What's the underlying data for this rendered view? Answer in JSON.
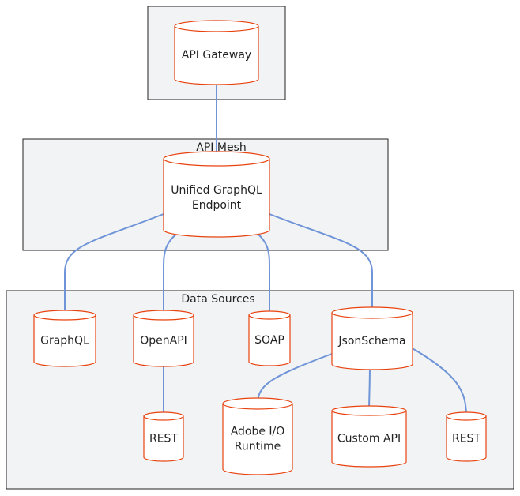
{
  "clusters": {
    "gateway": {
      "title": ""
    },
    "mesh": {
      "title": "API Mesh"
    },
    "sources": {
      "title": "Data Sources"
    }
  },
  "nodes": {
    "api_gateway": [
      "API Gateway"
    ],
    "unified": [
      "Unified GraphQL",
      "Endpoint"
    ],
    "graphql": [
      "GraphQL"
    ],
    "openapi": [
      "OpenAPI"
    ],
    "soap": [
      "SOAP"
    ],
    "jsonschema": [
      "JsonSchema"
    ],
    "rest_openapi": [
      "REST"
    ],
    "adobe_io": [
      "Adobe I/O",
      "Runtime"
    ],
    "custom_api": [
      "Custom API"
    ],
    "rest_json": [
      "REST"
    ]
  },
  "edges": [
    [
      "api_gateway",
      "unified"
    ],
    [
      "unified",
      "graphql"
    ],
    [
      "unified",
      "openapi"
    ],
    [
      "unified",
      "soap"
    ],
    [
      "unified",
      "jsonschema"
    ],
    [
      "openapi",
      "rest_openapi"
    ],
    [
      "jsonschema",
      "adobe_io"
    ],
    [
      "jsonschema",
      "custom_api"
    ],
    [
      "jsonschema",
      "rest_json"
    ]
  ],
  "colors": {
    "node_stroke": "#e8430e",
    "edge": "#6f95d8",
    "cluster_fill": "#f2f3f5",
    "cluster_stroke": "#222222"
  }
}
